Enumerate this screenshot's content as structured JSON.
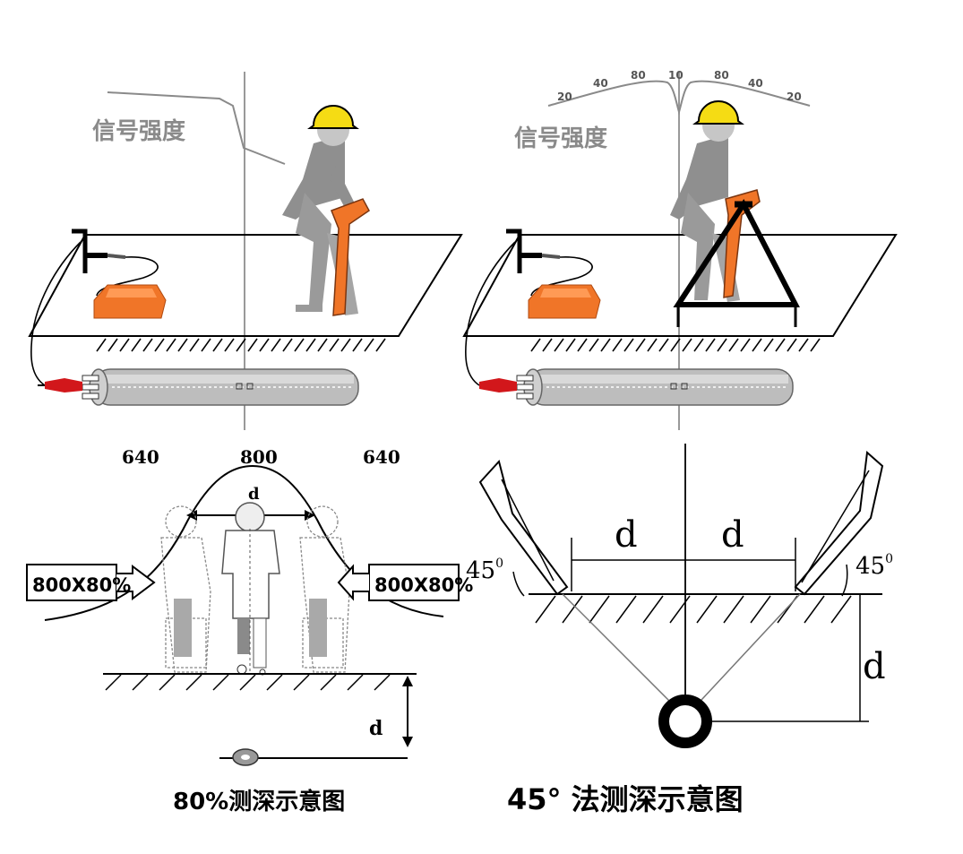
{
  "panels": {
    "top_left": {
      "signal_label": "信号强度"
    },
    "top_right": {
      "signal_label": "信号强度",
      "scale_labels": [
        "20",
        "40",
        "80",
        "10",
        "80",
        "40",
        "20"
      ]
    },
    "bottom_left": {
      "left_value": "640",
      "center_value": "800",
      "right_value": "640",
      "depth_label_top": "d",
      "left_box": "800X80%",
      "right_box": "800X80%",
      "depth_label": "d",
      "caption": "80%测深示意图"
    },
    "bottom_right": {
      "d_left": "d",
      "d_right": "d",
      "angle_left": "45",
      "angle_right": "45",
      "angle_sup": "0",
      "depth_label": "d",
      "caption": "45° 法测深示意图"
    }
  },
  "colors": {
    "orange": "#f07528",
    "helmet": "#f5dc14",
    "person_gray": "#8f8f8f",
    "pipe_gray": "#b9b9b9",
    "red_plug": "#d2171b",
    "line": "#000000"
  }
}
